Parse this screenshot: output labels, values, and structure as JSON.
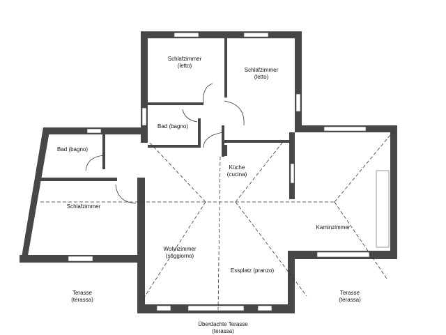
{
  "plan": {
    "wall_color": "#474747",
    "rooms": [
      {
        "name": "Schlafzimmer",
        "sub": "(letto)"
      },
      {
        "name": "Schlafzimmer",
        "sub": "(letto)"
      },
      {
        "name": "Bad (bagno)",
        "sub": ""
      },
      {
        "name": "Bad (bagno)",
        "sub": ""
      },
      {
        "name": "Küche",
        "sub": "(cucina)"
      },
      {
        "name": "Schlafzimmer",
        "sub": ""
      },
      {
        "name": "Kaminzimmer",
        "sub": ""
      },
      {
        "name": "Wohnzimmer",
        "sub": "(soggiorno)"
      },
      {
        "name": "Essplatz (pranzo)",
        "sub": ""
      },
      {
        "name": "Terasse",
        "sub": "(terassa)"
      },
      {
        "name": "Terasse",
        "sub": "(terassa)"
      },
      {
        "name": "Überdachte Terasse",
        "sub": "(terassa)"
      }
    ]
  }
}
